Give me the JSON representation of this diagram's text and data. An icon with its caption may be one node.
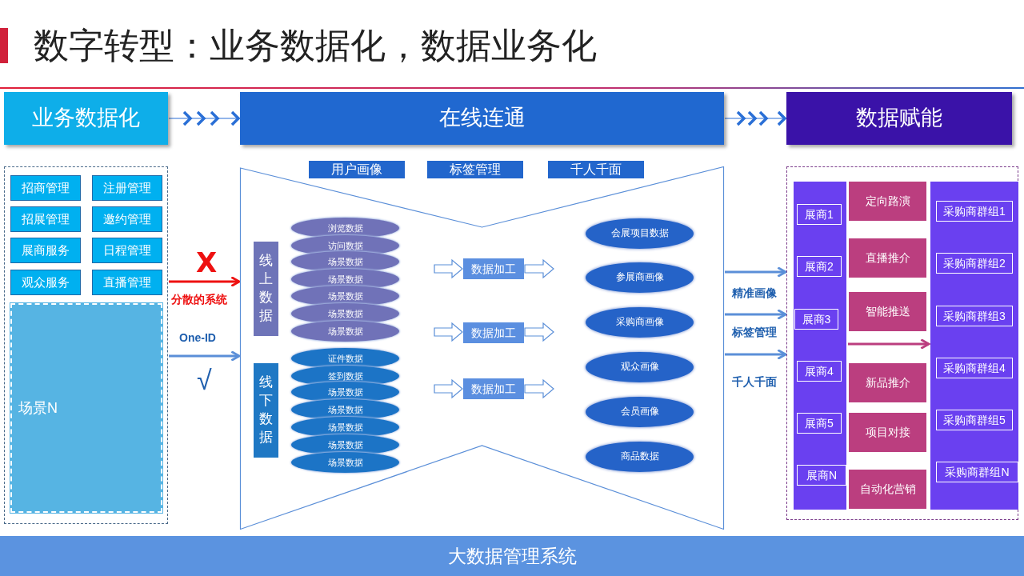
{
  "diagram": {
    "title": "数字转型：业务数据化，数据业务化",
    "nodes": [
      {
        "text": [
          "业务数据化"
        ]
      },
      {
        "text": [
          "在线连通"
        ]
      },
      {
        "text": [
          "数据赋能"
        ]
      },
      {
        "text": [],
        "shape": "box"
      },
      {
        "text": [
          "招商管理"
        ],
        "in": 3
      },
      {
        "text": [
          "注册管理"
        ],
        "in": 3
      },
      {
        "text": [
          "招展管理"
        ],
        "in": 3
      },
      {
        "text": [
          "邀约管理"
        ],
        "in": 3
      },
      {
        "text": [
          "展商服务"
        ],
        "in": 3
      },
      {
        "text": [
          "日程管理"
        ],
        "in": 3
      },
      {
        "text": [
          "观众服务"
        ],
        "in": 3
      },
      {
        "text": [
          "直播管理"
        ],
        "in": 3
      },
      {
        "text": [
          "场景N"
        ],
        "in": 3
      },
      {
        "text": [],
        "shape": "hourglass"
      },
      {
        "text": [
          "用户画像"
        ]
      },
      {
        "text": [
          "标签管理"
        ]
      },
      {
        "text": [
          "千人千面"
        ]
      },
      {
        "text": [
          "线上数据"
        ],
        "in": 13
      },
      {
        "text": [
          "浏览数据"
        ],
        "in": 13
      },
      {
        "text": [
          "访问数据"
        ],
        "in": 13
      },
      {
        "text": [
          "场景数据"
        ],
        "in": 13
      },
      {
        "text": [
          "场景数据"
        ],
        "in": 13
      },
      {
        "text": [
          "场景数据"
        ],
        "in": 13
      },
      {
        "text": [
          "场景数据"
        ],
        "in": 13
      },
      {
        "text": [
          "场景数据"
        ],
        "in": 13
      },
      {
        "text": [
          "线下数据"
        ],
        "in": 13
      },
      {
        "text": [
          "证件数据"
        ],
        "in": 13
      },
      {
        "text": [
          "签到数据"
        ],
        "in": 13
      },
      {
        "text": [
          "场景数据"
        ],
        "in": 13
      },
      {
        "text": [
          "场景数据"
        ],
        "in": 13
      },
      {
        "text": [
          "场景数据"
        ],
        "in": 13
      },
      {
        "text": [
          "场景数据"
        ],
        "in": 13
      },
      {
        "text": [
          "场景数据"
        ],
        "in": 13
      },
      {
        "text": [
          "数据加工"
        ],
        "in": 13
      },
      {
        "text": [
          "数据加工"
        ],
        "in": 13
      },
      {
        "text": [
          "数据加工"
        ],
        "in": 13
      },
      {
        "text": [
          "会展项目数据"
        ],
        "in": 13
      },
      {
        "text": [
          "参展商画像"
        ],
        "in": 13
      },
      {
        "text": [
          "采购商画像"
        ],
        "in": 13
      },
      {
        "text": [
          "观众画像"
        ],
        "in": 13
      },
      {
        "text": [
          "会员画像"
        ],
        "in": 13
      },
      {
        "text": [
          "商品数据"
        ],
        "in": 13
      },
      {
        "text": [],
        "shape": "box"
      },
      {
        "text": [],
        "shape": "bar",
        "in": 42
      },
      {
        "text": [
          "展商1"
        ],
        "in": 43
      },
      {
        "text": [
          "展商2"
        ],
        "in": 43
      },
      {
        "text": [
          "展商3"
        ],
        "in": 43
      },
      {
        "text": [
          "展商4"
        ],
        "in": 43
      },
      {
        "text": [
          "展商5"
        ],
        "in": 43
      },
      {
        "text": [
          "展商N"
        ],
        "in": 43
      },
      {
        "text": [
          "定向路演"
        ],
        "in": 42
      },
      {
        "text": [
          "直播推介"
        ],
        "in": 42
      },
      {
        "text": [
          "智能推送"
        ],
        "in": 42
      },
      {
        "text": [
          "新品推介"
        ],
        "in": 42
      },
      {
        "text": [
          "项目对接"
        ],
        "in": 42
      },
      {
        "text": [
          "自动化营销"
        ],
        "in": 42
      },
      {
        "text": [],
        "shape": "bar",
        "in": 42
      },
      {
        "text": [
          "采购商群组1"
        ],
        "in": 56
      },
      {
        "text": [
          "采购商群组2"
        ],
        "in": 56
      },
      {
        "text": [
          "采购商群组3"
        ],
        "in": 56
      },
      {
        "text": [
          "采购商群组4"
        ],
        "in": 56
      },
      {
        "text": [
          "采购商群组5"
        ],
        "in": 56
      },
      {
        "text": [
          "采购商群组N"
        ],
        "in": 56
      },
      {
        "text": [
          "大数据管理系统"
        ]
      }
    ],
    "edges": [
      {
        "from": 0,
        "to": 1,
        "arrow": "to",
        "color": "#2a6fd6"
      },
      {
        "from": 1,
        "to": 2,
        "arrow": "to",
        "color": "#2a6fd6"
      },
      {
        "from": 3,
        "to": 13,
        "arrow": "to",
        "label": "分散的系统",
        "color": "#ee1111"
      },
      {
        "from": 3,
        "to": 13,
        "arrow": "to",
        "label": "One-ID"
      },
      {
        "from": null,
        "to": 33,
        "arrow": "to"
      },
      {
        "from": null,
        "to": 34,
        "arrow": "to"
      },
      {
        "from": null,
        "to": 35,
        "arrow": "to"
      },
      {
        "from": 33,
        "to": null,
        "arrow": "to"
      },
      {
        "from": 34,
        "to": null,
        "arrow": "to"
      },
      {
        "from": 35,
        "to": null,
        "arrow": "to"
      },
      {
        "from": 13,
        "to": 42,
        "arrow": "to",
        "label": "精准画像"
      },
      {
        "from": 13,
        "to": 42,
        "arrow": "to",
        "label": "标签管理"
      },
      {
        "from": 13,
        "to": 42,
        "arrow": "to",
        "label": "千人千面"
      },
      {
        "from": 43,
        "to": 56,
        "arrow": "to",
        "color": "#bb3e7f"
      }
    ],
    "labels": [
      "X",
      "√"
    ]
  }
}
